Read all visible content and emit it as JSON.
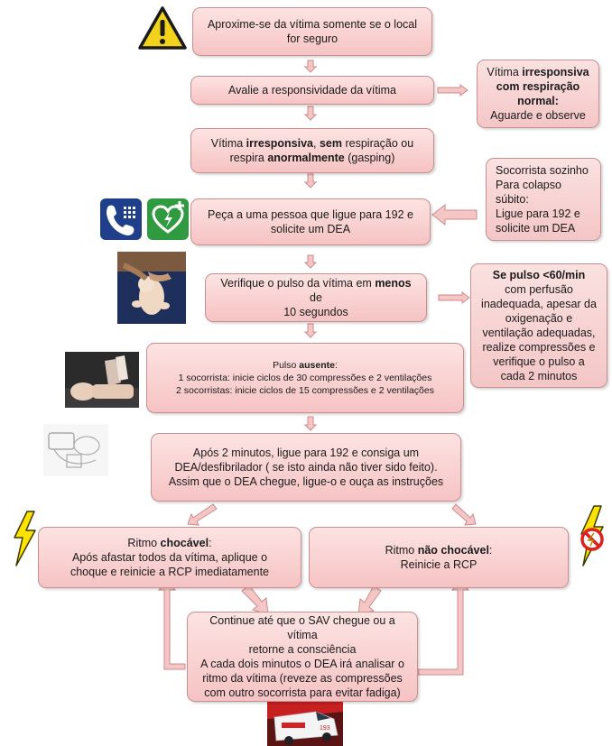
{
  "nodes": {
    "step1": {
      "lines": [
        "Aproxime-se da vítima somente se o local",
        "for seguro"
      ]
    },
    "step2": {
      "text": "Avalie a responsividade da vítima"
    },
    "side_normal_breathing": {
      "l1_pre": "Vítima ",
      "l1_bold": "irresponsiva",
      "l2_bold": "com respiração",
      "l3_bold": "normal:",
      "l4": "Aguarde e observe"
    },
    "step3": {
      "l1_a": "Vítima ",
      "l1_b": "irresponsiva",
      "l1_c": ", ",
      "l1_d": "sem",
      "l1_e": " respiração ou",
      "l2_a": "respira ",
      "l2_b": "anormalmente",
      "l2_c": " (gasping)"
    },
    "side_alone": {
      "lines": [
        "Socorrista sozinho",
        "Para colapso",
        "súbito:",
        "Ligue para 192 e",
        "solicite  um DEA"
      ]
    },
    "step4": {
      "lines": [
        "Peça a uma pessoa que ligue para 192 e",
        "solicite um DEA"
      ]
    },
    "step5": {
      "l1_a": "Verifique o pulso da vítima em ",
      "l1_b": "menos",
      "l1_c": " de",
      "l2": "10 segundos"
    },
    "side_pulse": {
      "l1_bold": "Se pulso  <60/min",
      "lines": [
        "com perfusão",
        "inadequada, apesar da",
        "oxigenação e",
        "ventilação adequadas,",
        "realize compressões  e",
        "verifique o pulso a",
        "cada 2 minutos"
      ]
    },
    "step6": {
      "title_a": "Pulso ",
      "title_b": "ausente",
      "title_c": ":",
      "l2": "1 socorrista: inicie ciclos de 30 compressões e 2 ventilações",
      "l3": "2 socorristas: inicie ciclos de 15 compressões e 2 ventilações"
    },
    "step7": {
      "lines": [
        "Após 2 minutos, ligue para 192 e consiga um",
        "DEA/desfibrilador  ( se isto ainda não tiver sido feito).",
        "Assim que o DEA chegue, ligue-o e ouça as instruções"
      ]
    },
    "shockable": {
      "l1_a": "Ritmo ",
      "l1_b": "chocável",
      "l1_c": ":",
      "l2": "Após afastar todos da vítima, aplique o",
      "l3": "choque e reinicie a RCP imediatamente"
    },
    "non_shockable": {
      "l1_a": "Ritmo ",
      "l1_b": "não chocável",
      "l1_c": ":",
      "l2": "Reinicie a RCP"
    },
    "continue": {
      "lines": [
        "Continue até que o SAV chegue ou a vítima",
        "retorne a consciência",
        "A cada dois minutos o DEA irá analisar o",
        "ritmo da vítima (reveze as compressões",
        "com outro socorrista para evitar fadiga)"
      ]
    }
  },
  "icons": [
    "warning-icon",
    "phone-icon",
    "aed-icon",
    "infant-pulse-photo",
    "cpr-manikin-photo",
    "aed-sketch",
    "lightning-icon",
    "no-shock-icon",
    "ambulance-photo"
  ],
  "ambulance_text": "193",
  "colors": {
    "box_fill": "#f6c3c3",
    "box_border": "#c98f8f",
    "arrow_fill": "#f3bcbc",
    "arrow_border": "#d08a8a",
    "warning_yellow": "#f2d21a",
    "phone_blue": "#1f3f8a",
    "aed_green": "#2f9a3f"
  }
}
